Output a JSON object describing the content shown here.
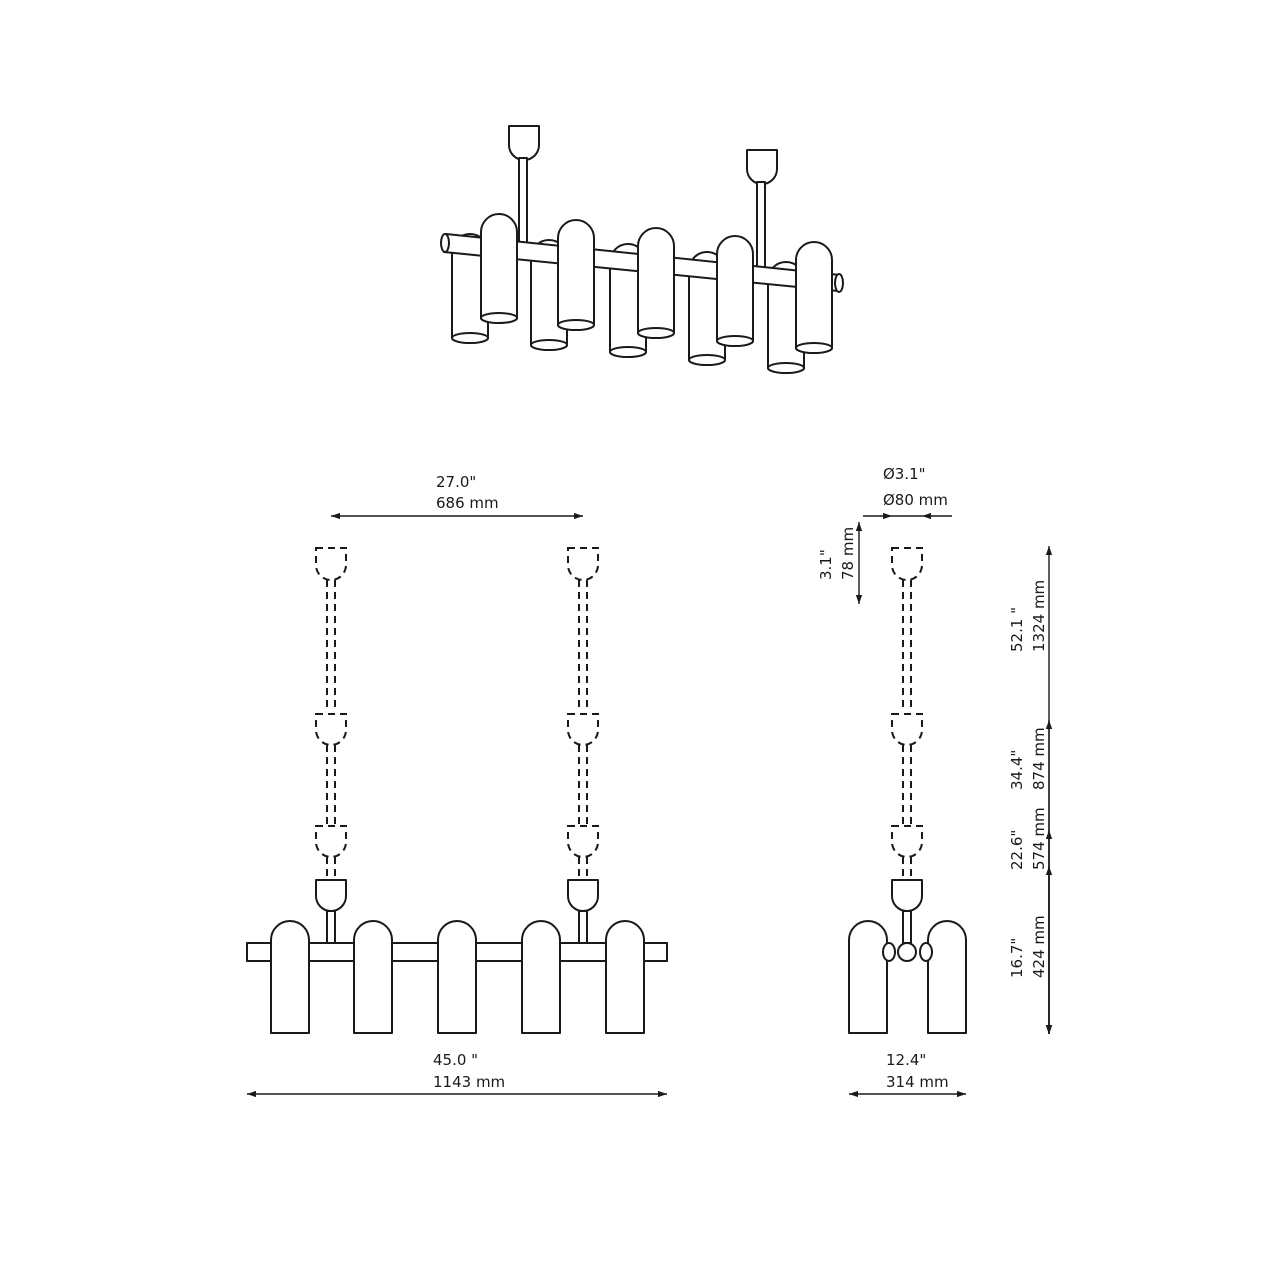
{
  "dimensions": {
    "rod_spacing": {
      "inch": "27.0\"",
      "mm": "686 mm"
    },
    "canopy_diameter": {
      "inch": "Ø3.1\"",
      "mm": "Ø80 mm"
    },
    "canopy_height": {
      "inch": "3.1\"",
      "mm": "78 mm"
    },
    "max_drop": {
      "inch": "52.1 \"",
      "mm": "1324 mm"
    },
    "drop_2": {
      "inch": "34.4\"",
      "mm": "874 mm"
    },
    "drop_3": {
      "inch": "22.6\"",
      "mm": "574 mm"
    },
    "fixture_height": {
      "inch": "16.7\"",
      "mm": "424 mm"
    },
    "total_width": {
      "inch": "45.0 \"",
      "mm": "1143 mm"
    },
    "depth": {
      "inch": "12.4\"",
      "mm": "314 mm"
    }
  },
  "colors": {
    "line": "#1a1a1a",
    "background": "#ffffff"
  }
}
